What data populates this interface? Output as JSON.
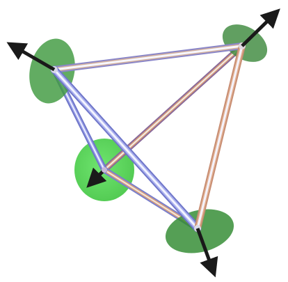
{
  "diagram": {
    "kind": "tetrahedron-3d-render",
    "vertices": [
      {
        "id": "upper-left",
        "disc_color": "#3f9a3f",
        "normal_arrow": "outward"
      },
      {
        "id": "upper-right",
        "disc_color": "#3e8a3e",
        "normal_arrow": "outward"
      },
      {
        "id": "lower-right",
        "disc_color": "#2f8a2f",
        "normal_arrow": "outward"
      },
      {
        "id": "inner-front",
        "disc_color": "#42d442",
        "normal_arrow": "toward-viewer"
      }
    ],
    "edges": [
      [
        "upper-left",
        "upper-right"
      ],
      [
        "upper-left",
        "lower-right"
      ],
      [
        "upper-left",
        "inner-front"
      ],
      [
        "upper-right",
        "lower-right"
      ],
      [
        "upper-right",
        "inner-front"
      ],
      [
        "inner-front",
        "lower-right"
      ]
    ],
    "colors": {
      "background": "#ffffff",
      "edge_light": "#f2f4ff",
      "edge_blue": "#7f86d6",
      "edge_orange": "#d9a07a",
      "arrow": "#1a1a1a"
    }
  }
}
